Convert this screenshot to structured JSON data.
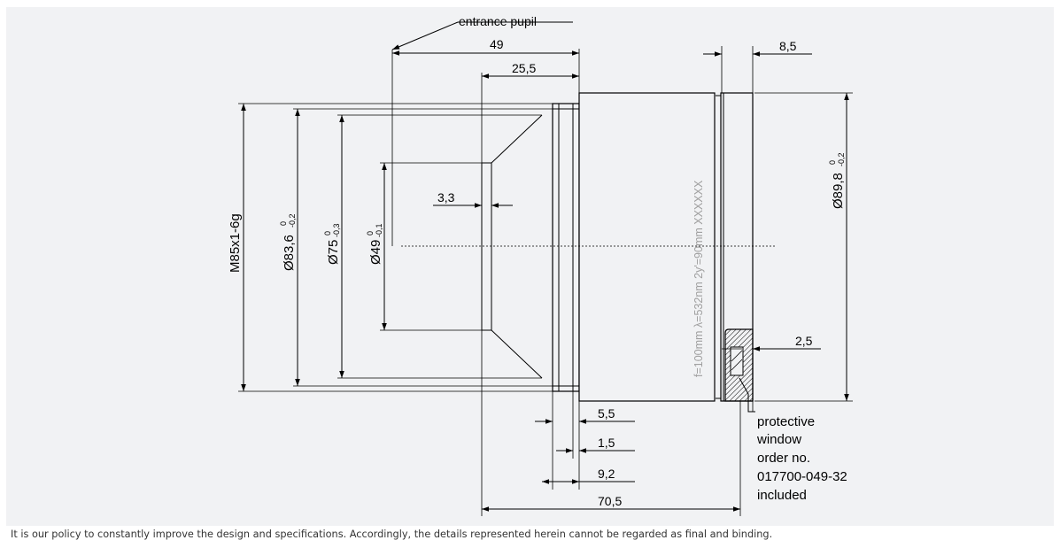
{
  "drawing": {
    "dimensions": {
      "entrance_pupil": "entrance pupil",
      "d49_top": "49",
      "d25_5": "25,5",
      "d8_5": "8,5",
      "thread": "M85x1-6g",
      "dia83_6": "Ø83,6",
      "dia83_6_tol_upper": "0",
      "dia83_6_tol_lower": "-0,2",
      "dia75": "Ø75",
      "dia75_tol_upper": "0",
      "dia75_tol_lower": "-0,3",
      "dia49": "Ø49",
      "dia49_tol_upper": "0",
      "dia49_tol_lower": "-0,1",
      "d3_3": "3,3",
      "dia89_8": "Ø89,8",
      "dia89_8_tol_upper": "0",
      "dia89_8_tol_lower": "-0,2",
      "d2_5": "2,5",
      "d5_5": "5,5",
      "d1_5": "1,5",
      "d9_2": "9,2",
      "d70_5": "70,5"
    },
    "engraving": "f=100mm  λ=532nm  2y'=90mm  XXXXXX",
    "window_note": [
      "protective",
      "window",
      "order no.",
      "017700-049-32",
      "included"
    ]
  },
  "footer": {
    "disclaimer": "It is our policy to constantly improve the design and specifications. Accordingly, the details represented herein cannot be regarded as final and binding."
  }
}
